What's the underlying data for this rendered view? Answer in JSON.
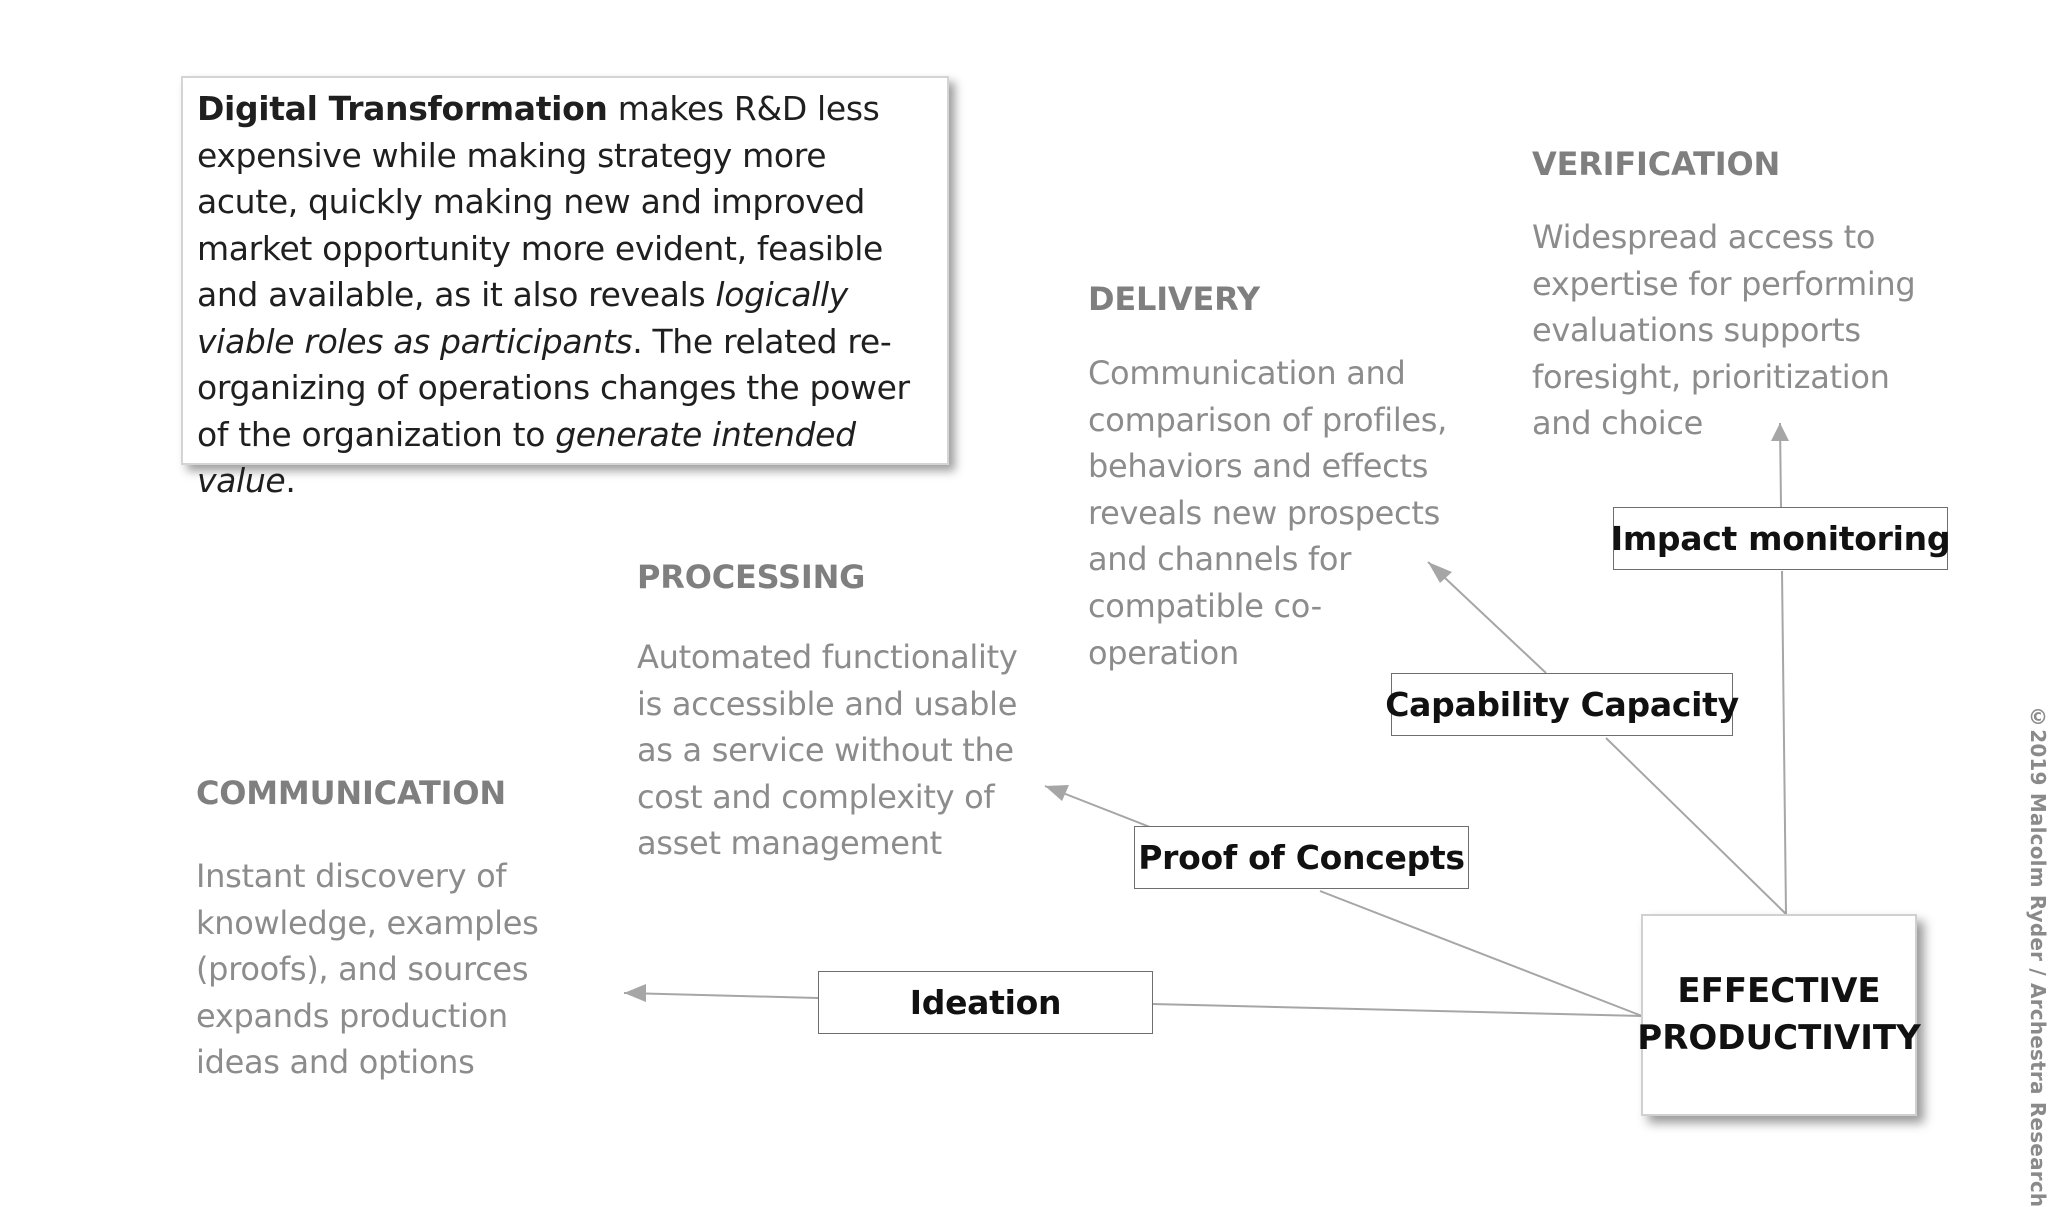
{
  "intro": {
    "bold_lead": "Digital Transformation",
    "text_1": " makes R&D less expensive while making strategy more acute, quickly making new and improved market opportunity more evident, feasible and available, as it also reveals ",
    "italic_1": "logically viable roles as participants",
    "text_2": ". The related re-organizing of operations changes the power of the organization to ",
    "italic_2": "generate intended value",
    "text_3": "."
  },
  "sections": {
    "communication": {
      "title": "COMMUNICATION",
      "lines": [
        "Instant discovery of",
        "knowledge, examples",
        "(proofs), and sources",
        "expands production",
        "ideas and options"
      ]
    },
    "processing": {
      "title": "PROCESSING",
      "lines": [
        "Automated functionality",
        "is accessible and usable",
        "as a service without the",
        "cost and complexity of",
        "asset management"
      ]
    },
    "delivery": {
      "title": "DELIVERY",
      "lines": [
        "Communication and",
        "comparison of profiles,",
        "behaviors and effects",
        "reveals new prospects",
        "and channels for",
        "compatible co-",
        "operation"
      ]
    },
    "verification": {
      "title": "VERIFICATION",
      "lines": [
        "Widespread access to",
        "expertise for performing",
        "evaluations supports",
        "foresight, prioritization",
        "and choice"
      ]
    }
  },
  "nodes": {
    "ideation": "Ideation",
    "proof_of_concepts": "Proof of Concepts",
    "capability_capacity": "Capability Capacity",
    "impact_monitoring": "Impact monitoring"
  },
  "core": {
    "line1": "EFFECTIVE",
    "line2": "PRODUCTIVITY"
  },
  "copyright": "©2019 Malcolm Ryder / Archestra Research",
  "colors": {
    "connector": "#a6a6a6",
    "section_title": "#7f7f7f",
    "section_body": "#8c8c8c"
  }
}
